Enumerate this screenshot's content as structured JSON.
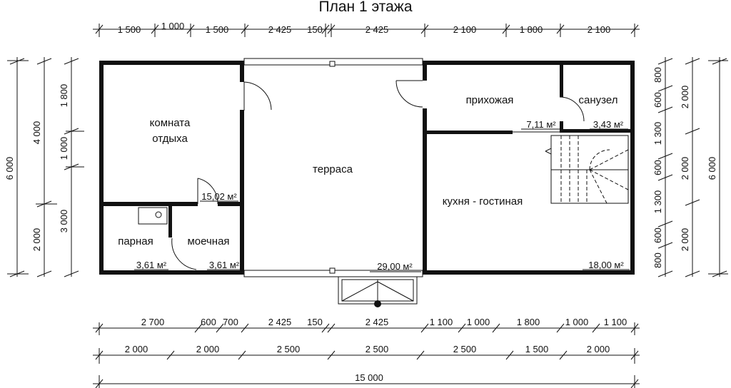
{
  "title": "План 1 этажа",
  "rooms": {
    "rest": [
      "комната",
      "отдыха"
    ],
    "steam": "парная",
    "wash": "моечная",
    "terrace": "терраса",
    "hall": "прихожая",
    "wc": "санузел",
    "kitchen": "кухня - гостиная"
  },
  "areas": {
    "rest": "15,02 м²",
    "steam": "3,61 м²",
    "wash": "3,61 м²",
    "terrace": "29,00 м²",
    "hall": "7,11 м²",
    "wc": "3,43 м²",
    "kitchen": "18,00 м²"
  },
  "dims_top": [
    "1 500",
    "1 000",
    "1 500",
    "2 425",
    "150",
    "2 425",
    "2 100",
    "1 800",
    "2 100"
  ],
  "dims_bottom1": [
    "2 700",
    "600",
    "700",
    "2 425",
    "150",
    "2 425",
    "1 100",
    "1 000",
    "1 800",
    "1 000",
    "1 100"
  ],
  "dims_bottom2": [
    "2 000",
    "2 000",
    "2 500",
    "2 500",
    "2 500",
    "1 500",
    "2 000"
  ],
  "dims_total": "15 000",
  "dims_left_outer": "6 000",
  "dims_left_mid": [
    "4 000",
    "2 000"
  ],
  "dims_left_inner": [
    "1 800",
    "1 000",
    "3 000"
  ],
  "dims_right_inner": [
    "800",
    "600",
    "1 300",
    "600",
    "1 300",
    "600",
    "800"
  ],
  "dims_right_mid": [
    "2 000",
    "2 000",
    "2 000"
  ],
  "dims_right_outer": "6 000"
}
